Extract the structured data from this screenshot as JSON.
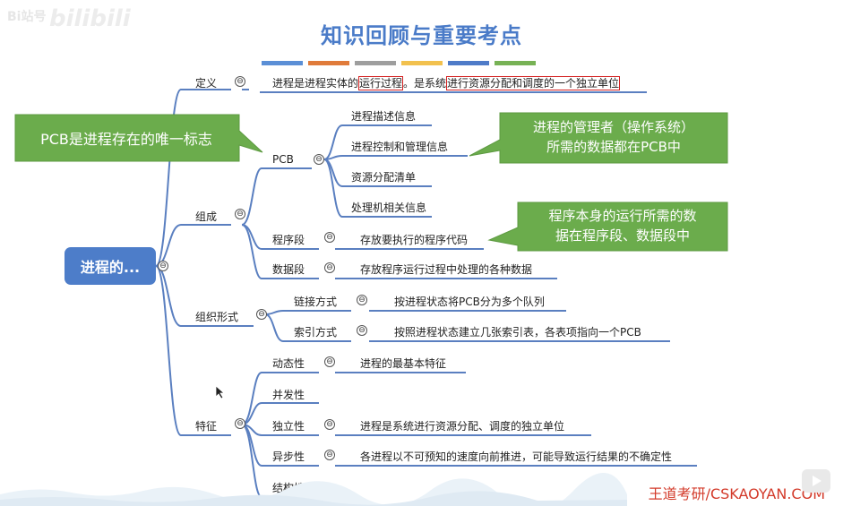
{
  "watermark": {
    "text1": "Bi站号",
    "text2": "bilibili"
  },
  "title": "知识回顾与重要考点",
  "color_strip": [
    "#5b8fd6",
    "#e07b3a",
    "#9e9e9e",
    "#f2c14e",
    "#4e7bc8",
    "#77b255"
  ],
  "root": "进程的...",
  "branches": {
    "definition": {
      "label": "定义",
      "text_pre": "进程是进程实体的",
      "highlight1": "运行过程",
      "text_mid": "。是系统",
      "highlight2": "进行资源分配和调度的一个独立单位"
    },
    "composition": {
      "label": "组成",
      "pcb": {
        "label": "PCB",
        "items": [
          "进程描述信息",
          "进程控制和管理信息",
          "资源分配清单",
          "处理机相关信息"
        ]
      },
      "program": {
        "label": "程序段",
        "text": "存放要执行的程序代码"
      },
      "data": {
        "label": "数据段",
        "text": "存放程序运行过程中处理的各种数据"
      }
    },
    "organization": {
      "label": "组织形式",
      "link": {
        "label": "链接方式",
        "text": "按进程状态将PCB分为多个队列"
      },
      "index": {
        "label": "索引方式",
        "text": "按照进程状态建立几张索引表，各表项指向一个PCB"
      }
    },
    "features": {
      "label": "特征",
      "dynamic": {
        "label": "动态性",
        "text": "进程的最基本特征"
      },
      "concurrent": {
        "label": "并发性"
      },
      "independent": {
        "label": "独立性",
        "text": "进程是系统进行资源分配、调度的独立单位"
      },
      "async": {
        "label": "异步性",
        "text": "各进程以不可预知的速度向前推进，可能导致运行结果的不确定性"
      },
      "structure": {
        "label": "结构性"
      }
    }
  },
  "callouts": {
    "pcb_unique": "PCB是进程存在的唯一标志",
    "manager_line1": "进程的管理者（操作系统）",
    "manager_line2": "所需的数据都在PCB中",
    "program_line1": "程序本身的运行所需的数",
    "program_line2": "据在程序段、数据段中"
  },
  "toggle_symbol": "⊖",
  "footer": "王道考研/CSKAOYAN.COM"
}
